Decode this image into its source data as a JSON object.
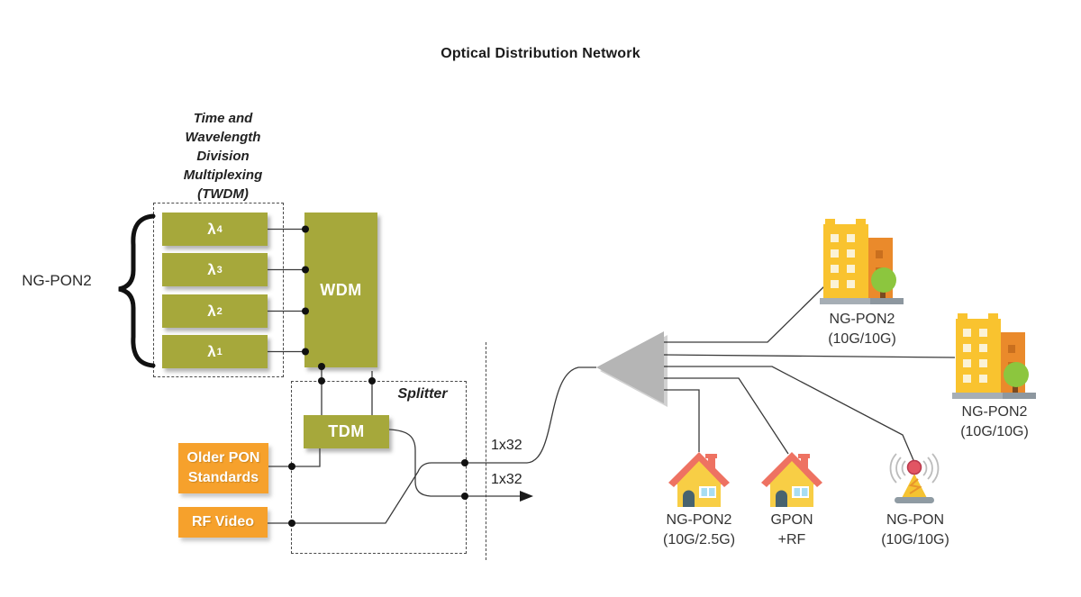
{
  "title": "Optical Distribution Network",
  "twdm": {
    "lines": [
      "Time and",
      "Wavelength",
      "Division",
      "Multiplexing",
      "(TWDM)"
    ]
  },
  "ng_pon2_group_label": "NG-PON2",
  "lambda_channels": [
    {
      "symbol": "λ",
      "subscript": "4"
    },
    {
      "symbol": "λ",
      "subscript": "3"
    },
    {
      "symbol": "λ",
      "subscript": "2"
    },
    {
      "symbol": "λ",
      "subscript": "1"
    }
  ],
  "wdm_label": "WDM",
  "tdm_label": "TDM",
  "splitter_label": "Splitter",
  "older_pon_standards": {
    "lines": [
      "Older PON",
      "Standards"
    ]
  },
  "rf_video_label": "RF Video",
  "split_ratios": {
    "upper": "1x32",
    "lower": "1x32"
  },
  "endpoints": [
    {
      "name": "NG-PON2",
      "detail": "(10G/10G)",
      "icon": "office-building"
    },
    {
      "name": "NG-PON2",
      "detail": "(10G/10G)",
      "icon": "office-building"
    },
    {
      "name": "NG-PON2",
      "detail": "(10G/2.5G)",
      "icon": "house"
    },
    {
      "name": "GPON",
      "detail": "+RF",
      "icon": "house"
    },
    {
      "name": "NG-PON",
      "detail": "(10G/10G)",
      "icon": "radio-tower"
    }
  ],
  "colors": {
    "olive": "#a6a83b",
    "orange": "#f6a12c",
    "splitter_gray": "#b5b5b5",
    "line": "#3a3a3a",
    "building_yellow": "#f9c32f",
    "building_orange": "#ea8a2b",
    "roof_red": "#ee7262",
    "tree_green": "#8cc63e"
  }
}
